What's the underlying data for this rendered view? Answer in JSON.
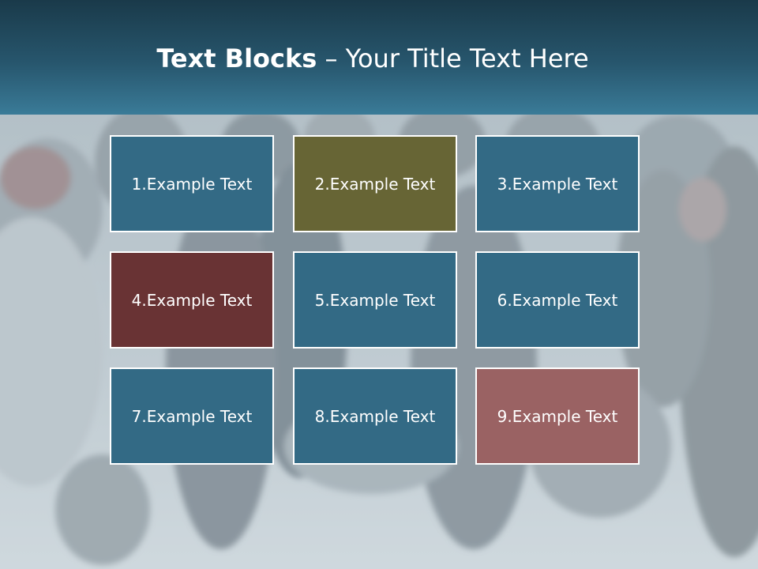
{
  "slide": {
    "title_bold": "Text Blocks",
    "title_rest": " – Your Title Text Here"
  },
  "background": {
    "header_color_top": "#1a3a4a",
    "header_color_bottom": "#3a7b98",
    "photo_tint": "#c9d3d9"
  },
  "blocks": [
    {
      "label": "1.Example Text",
      "color": "#336a85"
    },
    {
      "label": "2.Example Text",
      "color": "#676535"
    },
    {
      "label": "3.Example Text",
      "color": "#336a85"
    },
    {
      "label": "4.Example Text",
      "color": "#693334"
    },
    {
      "label": "5.Example Text",
      "color": "#336a85"
    },
    {
      "label": "6.Example Text",
      "color": "#336a85"
    },
    {
      "label": "7.Example Text",
      "color": "#336a85"
    },
    {
      "label": "8.Example Text",
      "color": "#336a85"
    },
    {
      "label": "9.Example Text",
      "color": "#9a6263"
    }
  ]
}
